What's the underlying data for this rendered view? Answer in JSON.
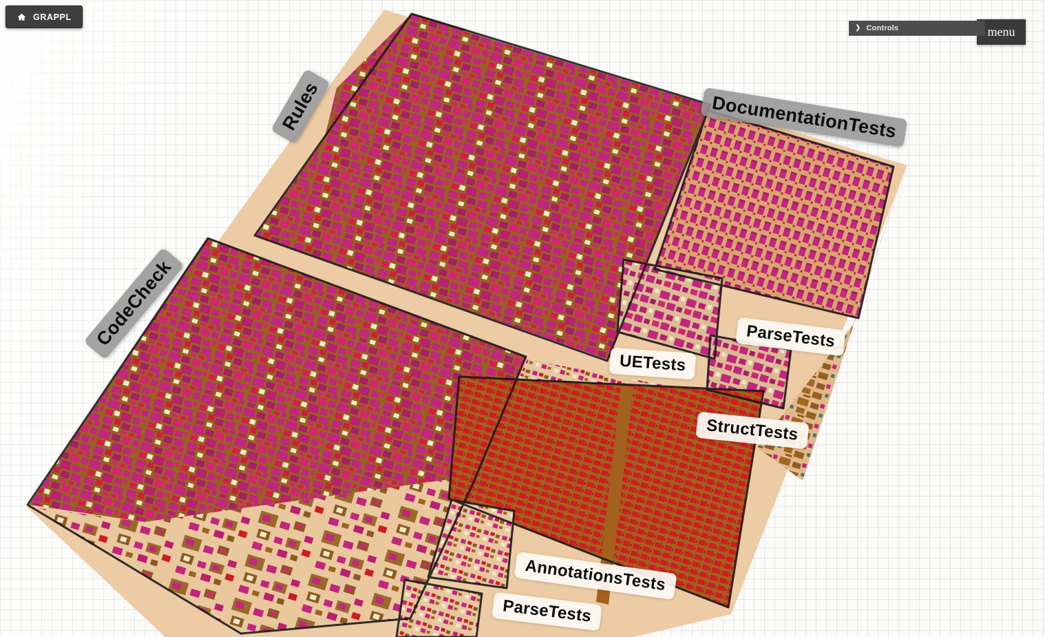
{
  "app": {
    "name": "GRAPPL"
  },
  "toolbar": {
    "home_button": {
      "label": "GRAPPL"
    },
    "controls_panel": {
      "label": "Controls",
      "chevron": "❯"
    },
    "menu_button": {
      "label": "menu"
    }
  },
  "visualization": {
    "kind": "3d-code-city-treemap",
    "districts": [
      {
        "id": "rules",
        "label": "Rules",
        "label_style": "gray"
      },
      {
        "id": "codecheck",
        "label": "CodeCheck",
        "label_style": "gray"
      },
      {
        "id": "documentationtests",
        "label": "DocumentationTests",
        "label_style": "gray"
      },
      {
        "id": "uetests",
        "label": "UETests",
        "label_style": "light"
      },
      {
        "id": "parsetests-upper",
        "label": "ParseTests",
        "label_style": "light"
      },
      {
        "id": "structtests",
        "label": "StructTests",
        "label_style": "light"
      },
      {
        "id": "annotationstests",
        "label": "AnnotationsTests",
        "label_style": "light"
      },
      {
        "id": "parsetests-bottom",
        "label": "ParseTests",
        "label_style": "light"
      }
    ],
    "colors": {
      "ground": "#edcba4",
      "plot_brown": "#96621f",
      "building_magenta": "#c2267e",
      "building_crimson": "#d01f3c",
      "building_cream": "#efe9c8",
      "building_red": "#ce1c22",
      "outline": "#161616"
    }
  }
}
